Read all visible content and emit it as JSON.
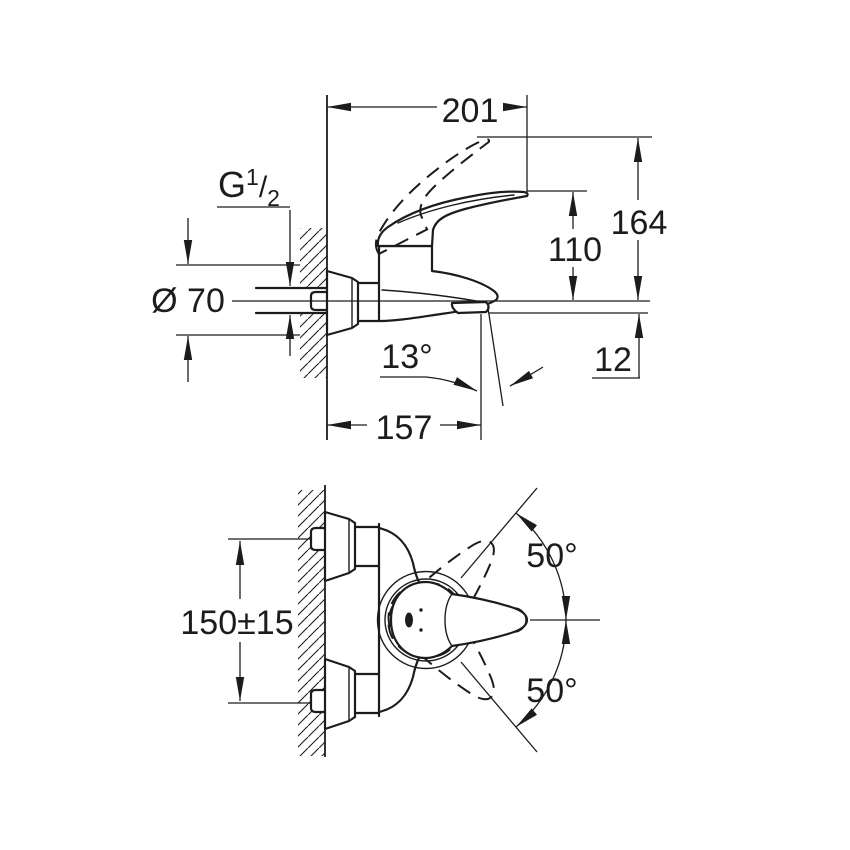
{
  "colors": {
    "line": "#1c1c1c",
    "bg": "#ffffff"
  },
  "side_view": {
    "labels": {
      "width_overall": "201",
      "height_overall": "164",
      "height_to_handle": "110",
      "aerator_offset": "12",
      "spout_reach": "157",
      "spout_angle": "13°",
      "thread_g": "G",
      "thread_sup": "1",
      "thread_slash": "/",
      "thread_sub": "2",
      "flange_diameter": "Ø 70"
    }
  },
  "plan_view": {
    "labels": {
      "connection_spacing": "150±15",
      "swing_upper": "50°",
      "swing_lower": "50°"
    }
  }
}
